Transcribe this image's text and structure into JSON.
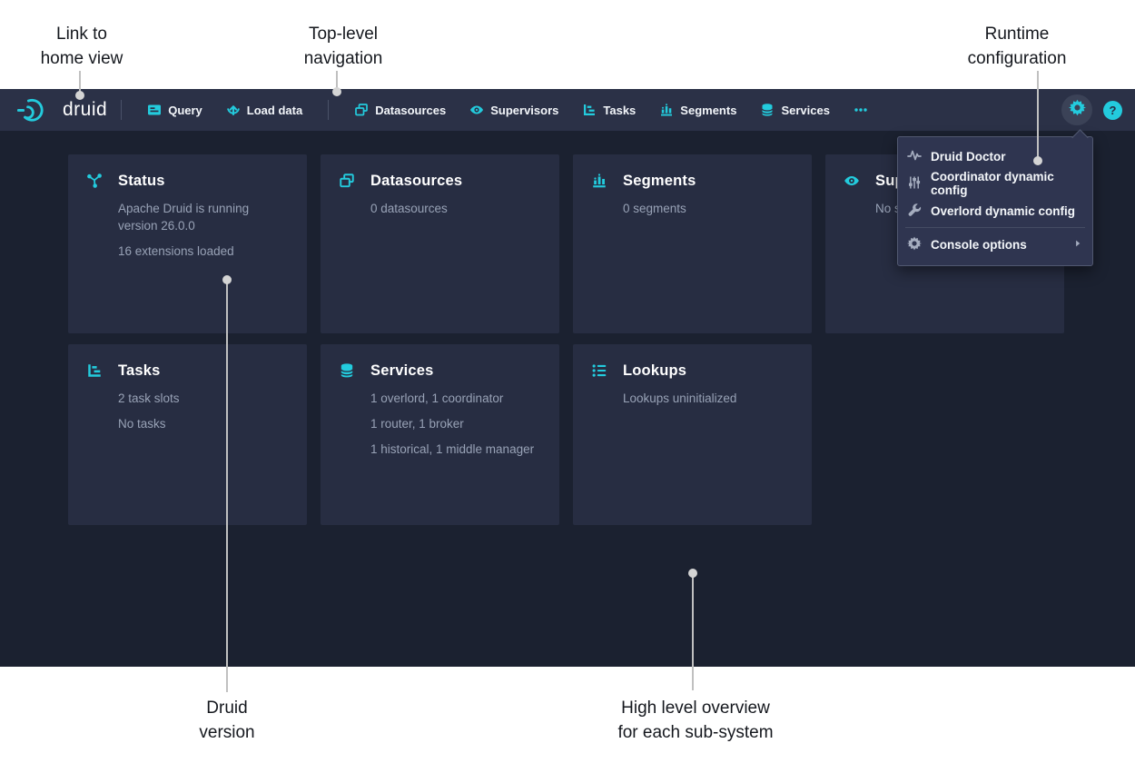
{
  "annotations": {
    "link_home": {
      "line1": "Link to",
      "line2": "home view"
    },
    "top_nav": {
      "line1": "Top-level",
      "line2": "navigation"
    },
    "runtime_config": {
      "line1": "Runtime",
      "line2": "configuration"
    },
    "druid_version": {
      "line1": "Druid",
      "line2": "version"
    },
    "overview": {
      "line1": "High level overview",
      "line2": "for each sub-system"
    }
  },
  "navbar": {
    "logo_text": "druid",
    "items": [
      {
        "label": "Query"
      },
      {
        "label": "Load data"
      },
      {
        "label": "Datasources"
      },
      {
        "label": "Supervisors"
      },
      {
        "label": "Tasks"
      },
      {
        "label": "Segments"
      },
      {
        "label": "Services"
      }
    ],
    "help_glyph": "?"
  },
  "menu": {
    "items": [
      {
        "label": "Druid Doctor"
      },
      {
        "label": "Coordinator dynamic config"
      },
      {
        "label": "Overlord dynamic config"
      }
    ],
    "console_options_label": "Console options"
  },
  "cards": {
    "status": {
      "title": "Status",
      "lines": [
        "Apache Druid is running version 26.0.0",
        "16 extensions loaded"
      ]
    },
    "datasources": {
      "title": "Datasources",
      "lines": [
        "0 datasources"
      ]
    },
    "segments": {
      "title": "Segments",
      "lines": [
        "0 segments"
      ]
    },
    "supervisors": {
      "title": "Supervisors",
      "lines": [
        "No supervisors"
      ]
    },
    "tasks": {
      "title": "Tasks",
      "lines": [
        "2 task slots",
        "No tasks"
      ]
    },
    "services": {
      "title": "Services",
      "lines": [
        "1 overlord, 1 coordinator",
        "1 router, 1 broker",
        "1 historical, 1 middle manager"
      ]
    },
    "lookups": {
      "title": "Lookups",
      "lines": [
        "Lookups uninitialized"
      ]
    }
  },
  "colors": {
    "accent_cyan": "#23cbdd",
    "navbar_bg": "#2b3147",
    "body_bg": "#1b2130",
    "card_bg": "#272d42",
    "menu_bg": "#2f3550",
    "muted_text": "#98a2b6"
  }
}
